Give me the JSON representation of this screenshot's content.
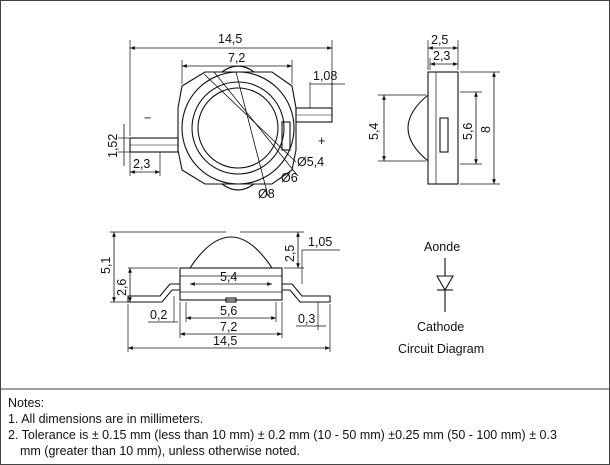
{
  "top_view": {
    "overall_width": "14,5",
    "lens_width": "7,2",
    "pin_width": "1,08",
    "pin_height": "1,52",
    "pin_length": "2,3",
    "dia_lens": "Ø5,4",
    "dia_ring": "Ø6",
    "dia_body": "Ø8",
    "minus_sign": "−",
    "plus_sign": "+"
  },
  "side_view": {
    "body_width": "2,5",
    "inner_width": "2,3",
    "lens_height": "5,4",
    "body_height": "5,6",
    "overall_height": "8"
  },
  "front_view": {
    "overall_height": "5,1",
    "base_height": "2,6",
    "lens_offset": "2,5",
    "lead_thickness": "1,05",
    "lens_width": "5,4",
    "body_width": "5,6",
    "base_width": "7,2",
    "overall_width": "14,5",
    "lead_left": "0,2",
    "lead_right": "0,3"
  },
  "circuit": {
    "anode_label": "Aonde",
    "cathode_label": "Cathode",
    "title": "Circuit Diagram"
  },
  "notes": {
    "title": "Notes:",
    "line1": "1. All dimensions are in millimeters.",
    "line2": "2. Tolerance is ± 0.15 mm (less than 10 mm) ± 0.2 mm (10 - 50 mm) ±0.25 mm (50 - 100 mm) ± 0.3",
    "line2_cont": "mm (greater than 10 mm), unless otherwise noted."
  },
  "colors": {
    "line": "#111111",
    "frame": "#444444"
  }
}
